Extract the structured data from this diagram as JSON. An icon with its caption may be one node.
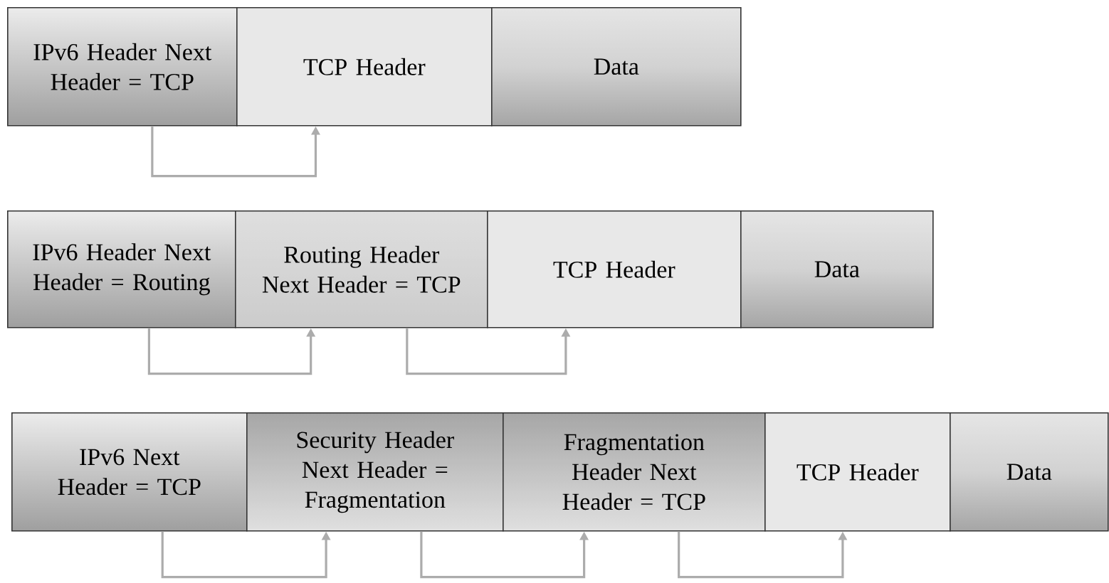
{
  "diagram": {
    "nodes": [
      {
        "text": [
          "IPv6 Header Next Header = TCP"
        ]
      },
      {
        "text": [
          "TCP Header"
        ]
      },
      {
        "text": [
          "Data"
        ]
      },
      {
        "text": [
          "IPv6 Header Next Header = Routing"
        ]
      },
      {
        "text": [
          "Routing Header Next Header = TCP"
        ]
      },
      {
        "text": [
          "TCP Header"
        ]
      },
      {
        "text": [
          "Data"
        ]
      },
      {
        "text": [
          "IPv6 Next Header = TCP"
        ]
      },
      {
        "text": [
          "Security Header Next Header = Fragmentation"
        ]
      },
      {
        "text": [
          "Fragmentation Header Next Header = TCP"
        ]
      },
      {
        "text": [
          "TCP Header"
        ]
      },
      {
        "text": [
          "Data"
        ]
      }
    ],
    "edges": [
      {
        "from": 0,
        "to": 1,
        "arrow": "to"
      },
      {
        "from": 3,
        "to": 4,
        "arrow": "to"
      },
      {
        "from": 4,
        "to": 5,
        "arrow": "to"
      },
      {
        "from": 7,
        "to": 8,
        "arrow": "to"
      },
      {
        "from": 8,
        "to": 9,
        "arrow": "to"
      },
      {
        "from": 9,
        "to": 10,
        "arrow": "to"
      }
    ]
  }
}
